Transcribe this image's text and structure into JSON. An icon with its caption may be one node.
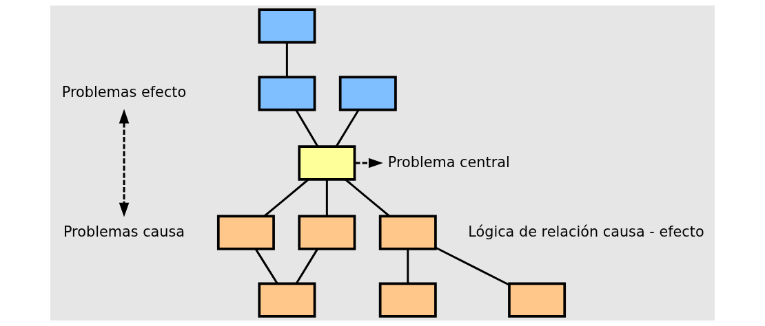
{
  "diagram": {
    "nodes": [
      {
        "text": [
          "Problemas efecto"
        ]
      },
      {
        "text": [
          "Problemas causa"
        ]
      },
      {
        "text": [],
        "shape": "box"
      },
      {
        "text": [],
        "shape": "box"
      },
      {
        "text": [],
        "shape": "box"
      },
      {
        "text": [],
        "shape": "box"
      },
      {
        "text": [
          "Problema central"
        ]
      },
      {
        "text": [],
        "shape": "box"
      },
      {
        "text": [],
        "shape": "box"
      },
      {
        "text": [],
        "shape": "box"
      },
      {
        "text": [],
        "shape": "box"
      },
      {
        "text": [],
        "shape": "box"
      },
      {
        "text": [],
        "shape": "box"
      }
    ],
    "edges": [
      {
        "from": 0,
        "to": 1,
        "arrow": "both",
        "style": "dashed"
      },
      {
        "from": 2,
        "to": 4,
        "arrow": "none"
      },
      {
        "from": 3,
        "to": 5,
        "arrow": "none"
      },
      {
        "from": 4,
        "to": 5,
        "arrow": "none"
      },
      {
        "from": 5,
        "to": 6,
        "arrow": "to",
        "style": "dashed"
      },
      {
        "from": 5,
        "to": 7,
        "arrow": "none"
      },
      {
        "from": 5,
        "to": 8,
        "arrow": "none"
      },
      {
        "from": 5,
        "to": 9,
        "arrow": "none"
      },
      {
        "from": 7,
        "to": 10,
        "arrow": "none"
      },
      {
        "from": 8,
        "to": 10,
        "arrow": "none"
      },
      {
        "from": 9,
        "to": 11,
        "arrow": "none"
      },
      {
        "from": 9,
        "to": 12,
        "arrow": "none"
      }
    ],
    "labels": [
      "Lógica de relación causa - efecto"
    ]
  }
}
